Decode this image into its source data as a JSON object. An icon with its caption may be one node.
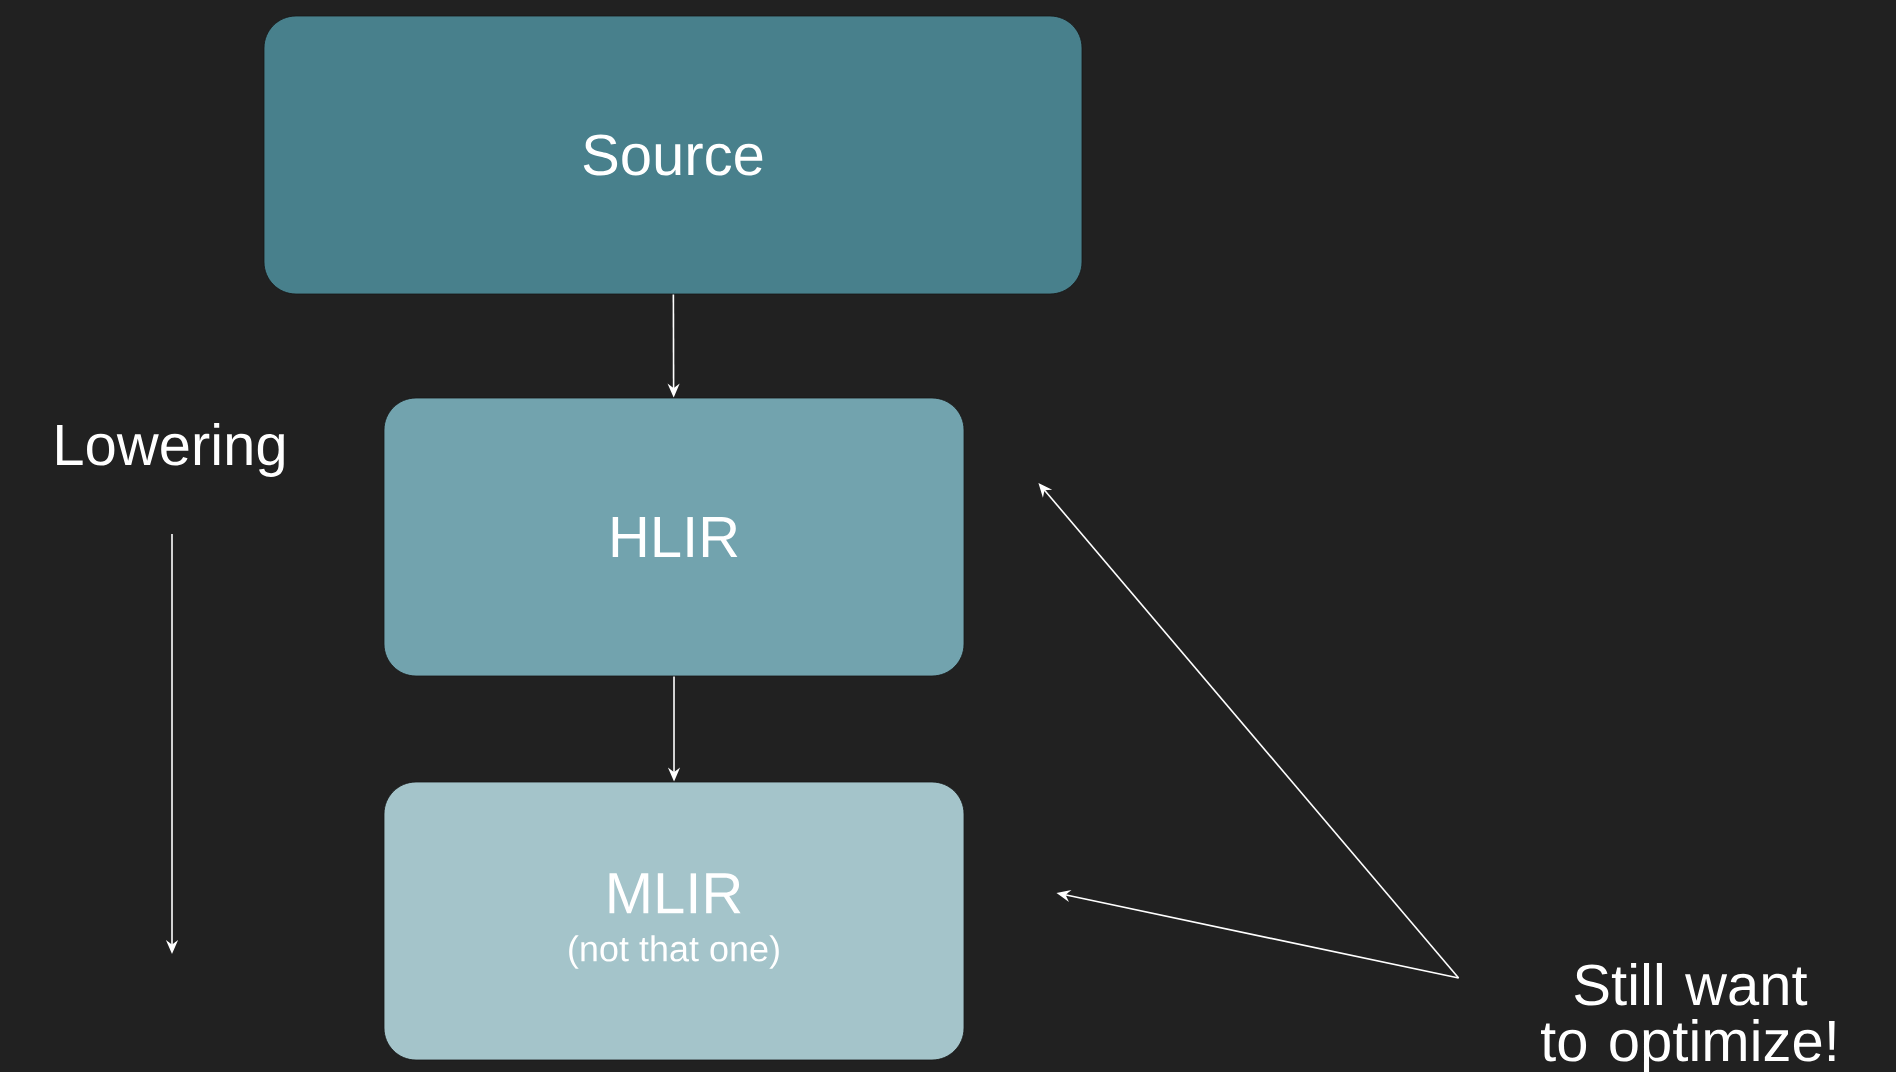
{
  "diagram": {
    "nodes": [
      {
        "text": [
          "Source"
        ]
      },
      {
        "text": [
          "HLIR"
        ]
      },
      {
        "text": [
          "MLIR",
          "(not that one)"
        ]
      },
      {
        "text": [
          "Still want to optimize!"
        ]
      }
    ],
    "edges": [
      {
        "from": 0,
        "to": 1,
        "arrow": "to"
      },
      {
        "from": 1,
        "to": 2,
        "arrow": "to"
      },
      {
        "from": 3,
        "to": 1,
        "arrow": "to"
      },
      {
        "from": 3,
        "to": 2,
        "arrow": "to"
      }
    ],
    "labels": [
      "Lowering"
    ]
  }
}
